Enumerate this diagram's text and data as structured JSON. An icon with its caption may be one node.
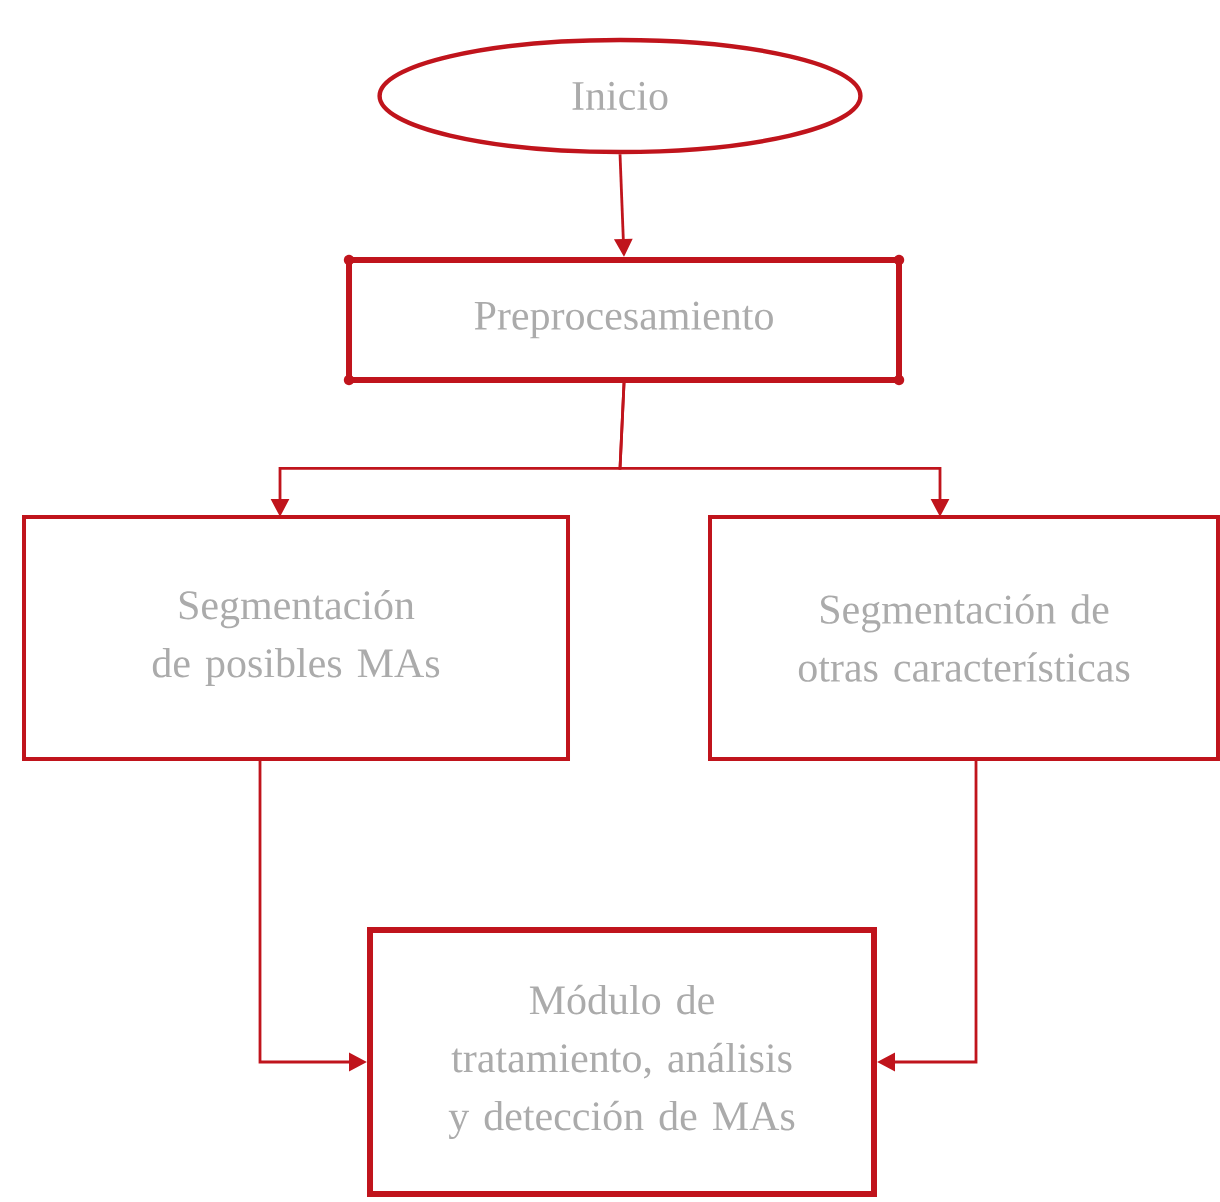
{
  "diagram": {
    "nodes": [
      {
        "text": [
          "Inicio"
        ]
      },
      {
        "text": [
          "Preprocesamiento"
        ]
      },
      {
        "text": [
          "Segmentación de posibles MAs"
        ]
      },
      {
        "text": [
          "Segmentación de otras características"
        ]
      },
      {
        "text": [
          "Módulo de tratamiento, análisis y detección de MAs"
        ]
      }
    ],
    "edges": [
      {
        "from": 0,
        "to": 1,
        "arrow": "to"
      },
      {
        "from": 1,
        "to": 2,
        "arrow": "to"
      },
      {
        "from": 1,
        "to": 3,
        "arrow": "to"
      },
      {
        "from": 2,
        "to": 4,
        "arrow": "to"
      },
      {
        "from": 3,
        "to": 4,
        "arrow": "to"
      }
    ]
  }
}
